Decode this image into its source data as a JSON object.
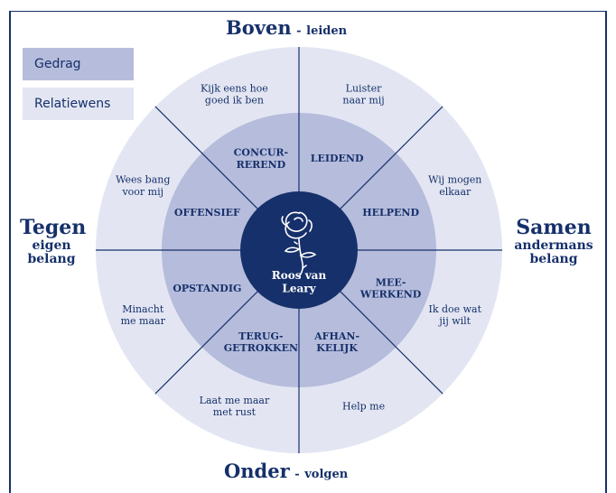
{
  "headings": {
    "top": {
      "main": "Boven",
      "sep": "-",
      "sub": "leiden"
    },
    "bottom": {
      "main": "Onder",
      "sep": "-",
      "sub": "volgen"
    },
    "left": {
      "main": "Tegen",
      "line2": "eigen",
      "line3": "belang"
    },
    "right": {
      "main": "Samen",
      "line2": "andermans",
      "line3": "belang"
    }
  },
  "legend": [
    {
      "label": "Gedrag",
      "color": "#b6bcdb"
    },
    {
      "label": "Relatiewens",
      "color": "#e3e6f2"
    }
  ],
  "center": {
    "lines": [
      "Roos van",
      "Leary"
    ],
    "icon": "rose-icon",
    "color": "#16306b"
  },
  "behaviors": [
    {
      "lines": [
        "CONCUR-",
        "REREND"
      ]
    },
    {
      "lines": [
        "LEIDEND"
      ]
    },
    {
      "lines": [
        "HELPEND"
      ]
    },
    {
      "lines": [
        "MEE-",
        "WERKEND"
      ]
    },
    {
      "lines": [
        "AFHAN-",
        "KELIJK"
      ]
    },
    {
      "lines": [
        "TERUG-",
        "GETROKKEN"
      ]
    },
    {
      "lines": [
        "OPSTANDIG"
      ]
    },
    {
      "lines": [
        "OFFENSIEF"
      ]
    }
  ],
  "wishes": [
    {
      "lines": [
        "Kijk eens hoe",
        "goed ik ben"
      ]
    },
    {
      "lines": [
        "Luister",
        "naar mij"
      ]
    },
    {
      "lines": [
        "Wij mogen",
        "elkaar"
      ]
    },
    {
      "lines": [
        "Ik doe wat",
        "jij wilt"
      ]
    },
    {
      "lines": [
        "Help me"
      ]
    },
    {
      "lines": [
        "Laat me maar",
        "met rust"
      ]
    },
    {
      "lines": [
        "Minacht",
        "me maar"
      ]
    },
    {
      "lines": [
        "Wees bang",
        "voor mij"
      ]
    }
  ],
  "colors": {
    "outer": "#e3e6f2",
    "inner": "#b6bcdb",
    "dark": "#16306b",
    "lines": "#16306b"
  }
}
